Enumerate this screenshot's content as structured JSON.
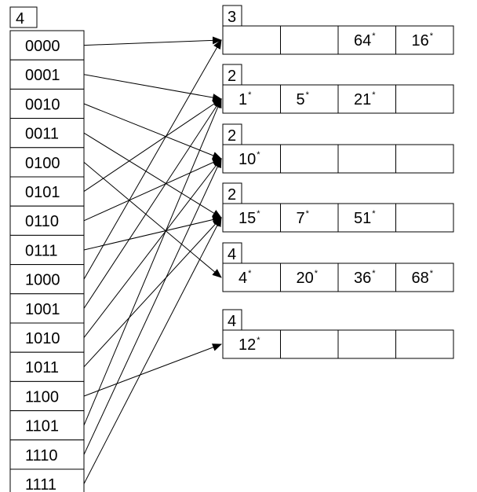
{
  "directory": {
    "global_depth": "4",
    "entries": [
      "0000",
      "0001",
      "0010",
      "0011",
      "0100",
      "0101",
      "0110",
      "0111",
      "1000",
      "1001",
      "1010",
      "1011",
      "1100",
      "1101",
      "1110",
      "1111"
    ]
  },
  "buckets": [
    {
      "local_depth": "3",
      "slots": [
        "",
        "",
        "64",
        "16"
      ]
    },
    {
      "local_depth": "2",
      "slots": [
        "1",
        "5",
        "21",
        ""
      ]
    },
    {
      "local_depth": "2",
      "slots": [
        "10",
        "",
        "",
        ""
      ]
    },
    {
      "local_depth": "2",
      "slots": [
        "15",
        "7",
        "51",
        ""
      ]
    },
    {
      "local_depth": "4",
      "slots": [
        "4",
        "20",
        "36",
        "68"
      ]
    },
    {
      "local_depth": "4",
      "slots": [
        "12",
        "",
        "",
        ""
      ]
    }
  ],
  "pointers": [
    0,
    1,
    2,
    3,
    4,
    1,
    2,
    3,
    0,
    1,
    2,
    3,
    5,
    1,
    2,
    3
  ],
  "entry_marker": "*",
  "colors": {
    "stroke": "#000000",
    "background": "#ffffff"
  }
}
